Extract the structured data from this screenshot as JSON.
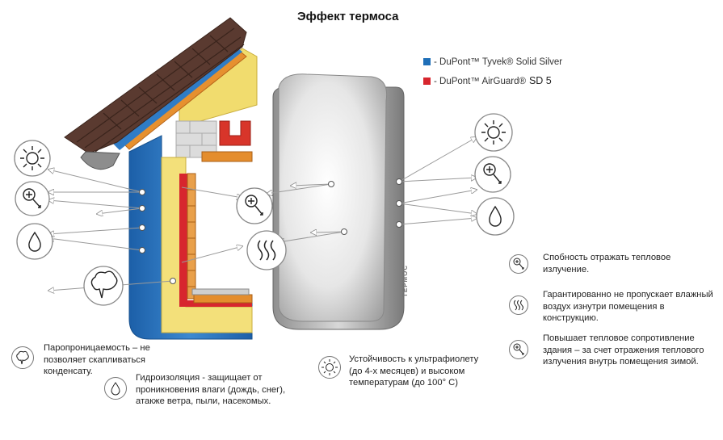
{
  "title": "Эффект термоса",
  "legend": [
    {
      "label": "- DuPont™ Tyvek® Solid Silver",
      "extra": "",
      "color": "#1f6fb8"
    },
    {
      "label": "- DuPont™ AirGuard®",
      "extra": "SD 5",
      "color": "#d7262e"
    }
  ],
  "thermos_label": "ТЕРМОС",
  "features": [
    {
      "icon": "reflect-heat-icon",
      "text": "Спобность отражать тепловое излучение."
    },
    {
      "icon": "vapor-block-icon",
      "text": "Гарантированно не пропускает влажный воздух изнутри помещения в конструкцию."
    },
    {
      "icon": "reflect-heat-icon",
      "text": "Повышает тепловое сопротивление здания – за счет отражения теплового излучения внутрь помещения зимой."
    }
  ],
  "bottom_notes": [
    {
      "icon": "cloud-icon",
      "text": "Паропроницаемость – не позволяет скапливаться конденсату."
    },
    {
      "icon": "drop-icon",
      "text": "Гидроизоляция - защищает от проникновения влаги (дождь, снег), атакже ветра, пыли, насекомых."
    },
    {
      "icon": "sun-icon",
      "text": "Устойчивость к ультрафиолету (до 4-х месяцев) и высоком температурам (до 100° С)"
    }
  ],
  "colors": {
    "tyvek_blue": "#2d78c4",
    "airguard_red": "#d7262e",
    "insulation_yellow": "#f3e07a",
    "wood_orange": "#e08b2c",
    "roof_brown": "#5a3a30"
  }
}
